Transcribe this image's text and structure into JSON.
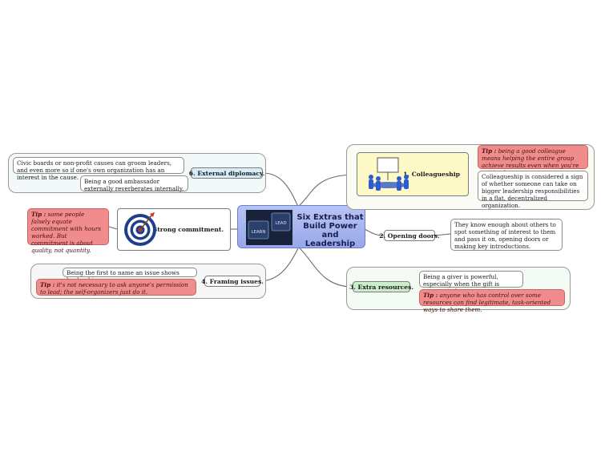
{
  "center": {
    "title_lines": [
      "Six Extras that",
      "Build Power and",
      "Leadership"
    ],
    "image_keys": [
      "LEARN",
      "LEAD"
    ]
  },
  "topics": {
    "colleagueship": {
      "label": "1. Colleagueship",
      "tip_prefix": "Tip :",
      "tip_text": "being a good colleague means helping the entire group achieve results even when you're not in charge",
      "note": "Colleagueship is considered a sign of whether someone can take on bigger leadership responsibilities in a flat, decentralized organization."
    },
    "opening_doors": {
      "label": "2. Opening doors.",
      "note": "They know enough about others to spot something of interest to them and pass it on, opening doors or making key introductions."
    },
    "extra_resources": {
      "label": "3. Extra resources.",
      "note": "Being a giver is powerful, especially when the gift is unexpected.",
      "tip_prefix": "Tip :",
      "tip_text": "anyone who has control over some resources can find legitimate, task-oriented ways to share them."
    },
    "framing_issues": {
      "label": "4. Framing issues.",
      "note": "Being the first to name an issue shows leadership.",
      "tip_prefix": "Tip :",
      "tip_text": "it's not necessary to ask anyone's permission to lead; the self-organizers just do it."
    },
    "strong_commitment": {
      "label": "5. Strong commitment.",
      "tip_prefix": "Tip :",
      "tip_text": "some people falsely equate commitment with hours worked. But commitment is about quality, not quantity."
    },
    "external_diplomacy": {
      "label": "6. External diplomacy.",
      "note1": "Civic boards or non-profit causes can groom leaders, and even more so if one's own organization has an interest in the cause.",
      "note2": "Being a good ambassador externally reverberates internally."
    }
  },
  "colors": {
    "center_fill": "#a8b7ef",
    "colleagueship_fill": "#fdfac8",
    "extra_resources_fill": "#cdeecb",
    "external_diplomacy_fill": "#d7eef8",
    "tip_fill": "#f08c8c",
    "group_fill": "#f4faf4",
    "line": "#6a6a6a"
  },
  "icons": [
    "meeting-people-icon",
    "dartboard-target-icon",
    "keyboard-keys-icon"
  ]
}
